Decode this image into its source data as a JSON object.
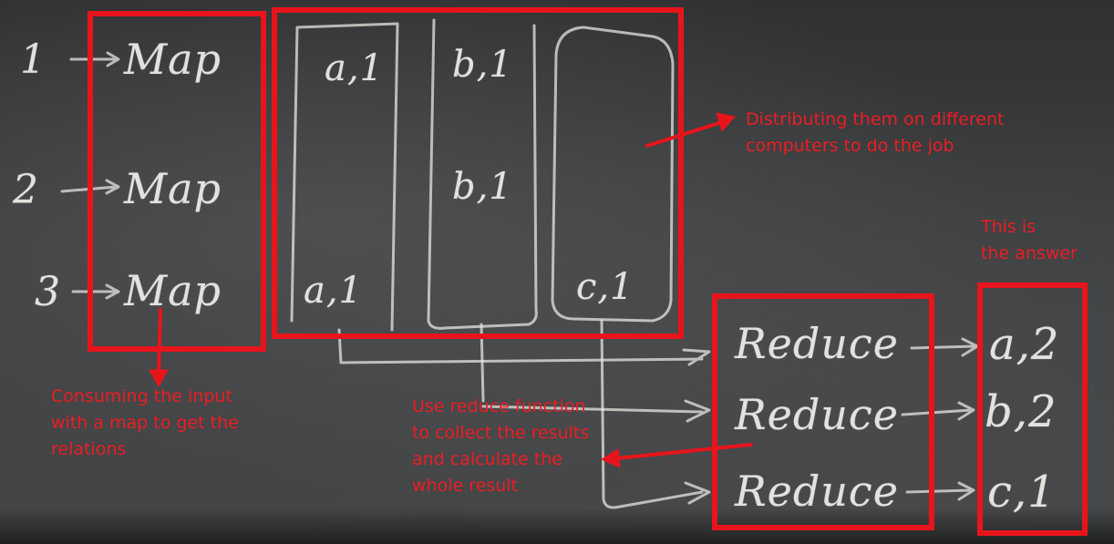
{
  "board": {
    "numbers": [
      "1",
      "2",
      "3"
    ],
    "map_label": "Map",
    "reduce_label": "Reduce",
    "pairs": {
      "col1_top": "a,1",
      "col1_bottom": "a,1",
      "col2_top": "b,1",
      "col2_mid": "b,1",
      "col3_bottom": "c,1"
    },
    "answers": [
      "a,2",
      "b,2",
      "c,1"
    ]
  },
  "annotations": {
    "distribute": "Distributing them on different\ncomputers to do the job",
    "answer": "This is\nthe answer",
    "consume": "Consuming the input\nwith a map to get the\nrelations",
    "reduce": "Use reduce function\nto collect the results\nand calculate the\nwhole result"
  },
  "colors": {
    "annotation_red": "#e8141c",
    "chalk": "#ebebe6",
    "board": "#3b3d3e"
  }
}
